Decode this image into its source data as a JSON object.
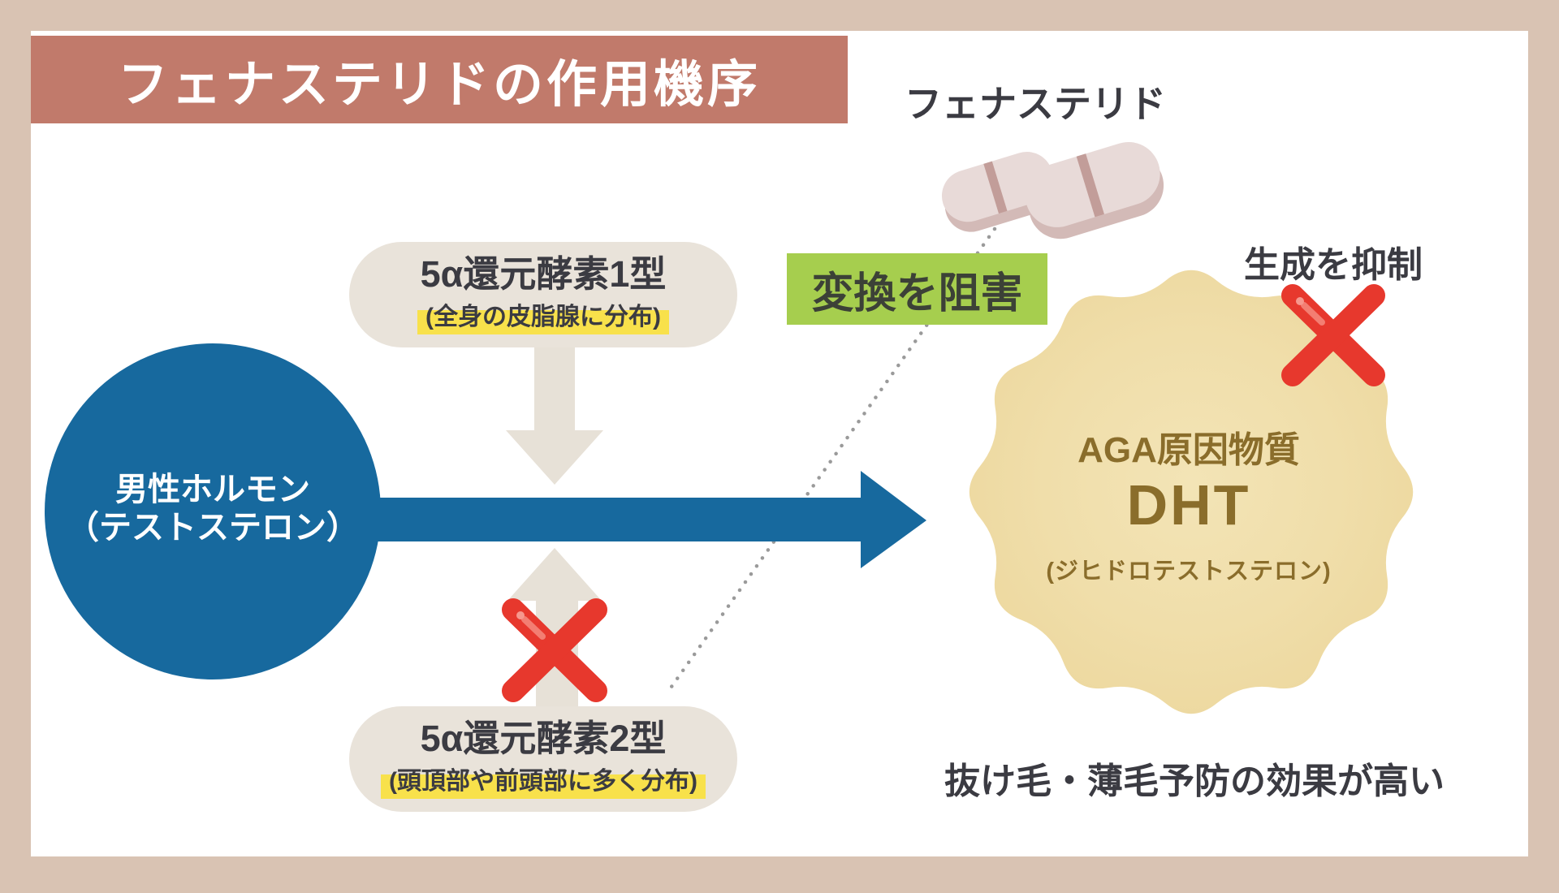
{
  "title": "フェナステリドの作用機序",
  "drug_label": "フェナステリド",
  "hormone_circle": {
    "line1": "男性ホルモン",
    "line2": "（テストステロン）"
  },
  "enzyme_type1": {
    "name": "5α還元酵素1型",
    "location": "(全身の皮脂腺に分布)"
  },
  "enzyme_type2": {
    "name": "5α還元酵素2型",
    "location": "(頭頂部や前頭部に多く分布)"
  },
  "block_label": "変換を阻害",
  "suppress_label": "生成を抑制",
  "dht_burst": {
    "tag": "AGA原因物質",
    "name": "DHT",
    "subname": "(ジヒドロテストステロン)"
  },
  "footer_note": "抜け毛・薄毛予防の効果が高い",
  "colors": {
    "frame": "#d9c3b3",
    "panel": "#ffffff",
    "banner": "#c17a6b",
    "text_dark": "#3b3b42",
    "blue": "#17699e",
    "shape_beige": "#e7e1d7",
    "capsule_beige": "#e9e3da",
    "green_box": "#a6ce4e",
    "yellow_highlight": "#f8e14b",
    "burst_tan": "#eed9a0",
    "gold_text": "#8a6d2b",
    "red_x": "#e7382d",
    "dotted_line": "#9a9a9a",
    "pill_face": "#e8dad8",
    "pill_side": "#d3bab7"
  }
}
